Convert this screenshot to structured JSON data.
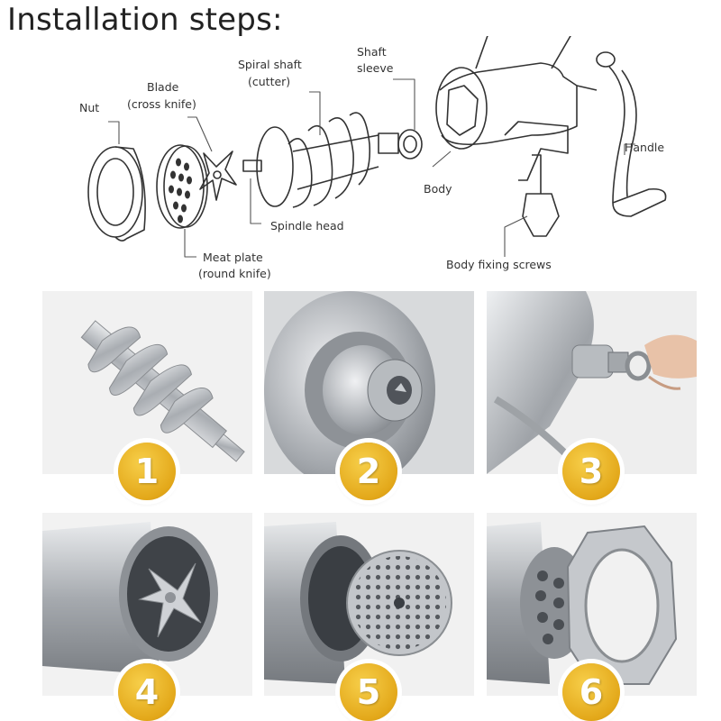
{
  "title": "Installation steps:",
  "labels": {
    "nut": "Nut",
    "blade_line1": "Blade",
    "blade_line2": "(cross knife)",
    "spiral_line1": "Spiral shaft",
    "spiral_line2": "(cutter)",
    "sleeve_line1": "Shaft",
    "sleeve_line2": "sleeve",
    "handle": "Handle",
    "body": "Body",
    "spindle_head": "Spindle head",
    "plate_line1": "Meat plate",
    "plate_line2": "(round knife)",
    "fixing_screws": "Body fixing screws"
  },
  "steps": [
    {
      "number": "1"
    },
    {
      "number": "2"
    },
    {
      "number": "3"
    },
    {
      "number": "4"
    },
    {
      "number": "5"
    },
    {
      "number": "6"
    }
  ],
  "colors": {
    "badge": "#e3a81a",
    "metal": "#b9bcc0",
    "line": "#333333"
  }
}
